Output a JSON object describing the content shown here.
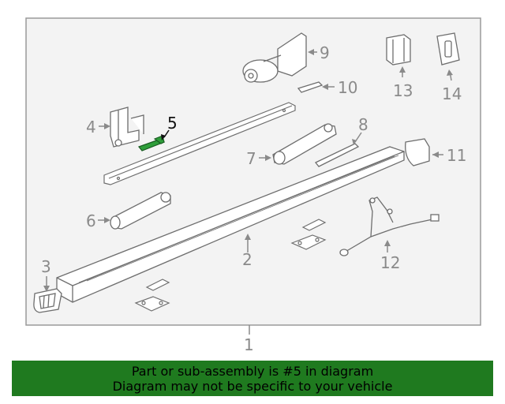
{
  "callouts": {
    "c1": "1",
    "c2": "2",
    "c3": "3",
    "c4": "4",
    "c5": "5",
    "c6": "6",
    "c7": "7",
    "c8": "8",
    "c9": "9",
    "c10": "10",
    "c11": "11",
    "c12": "12",
    "c13": "13",
    "c14": "14"
  },
  "highlighted_part": "5",
  "banner": {
    "line1": "Part or sub-assembly is #5 in diagram",
    "line2": "Diagram may not be specific to your vehicle"
  },
  "colors": {
    "frame": "#9a9a9a",
    "panel": "#f3f3f3",
    "parts": "#7a7a7a",
    "highlight": "#2e9e3a",
    "banner": "#1f7a1f"
  }
}
